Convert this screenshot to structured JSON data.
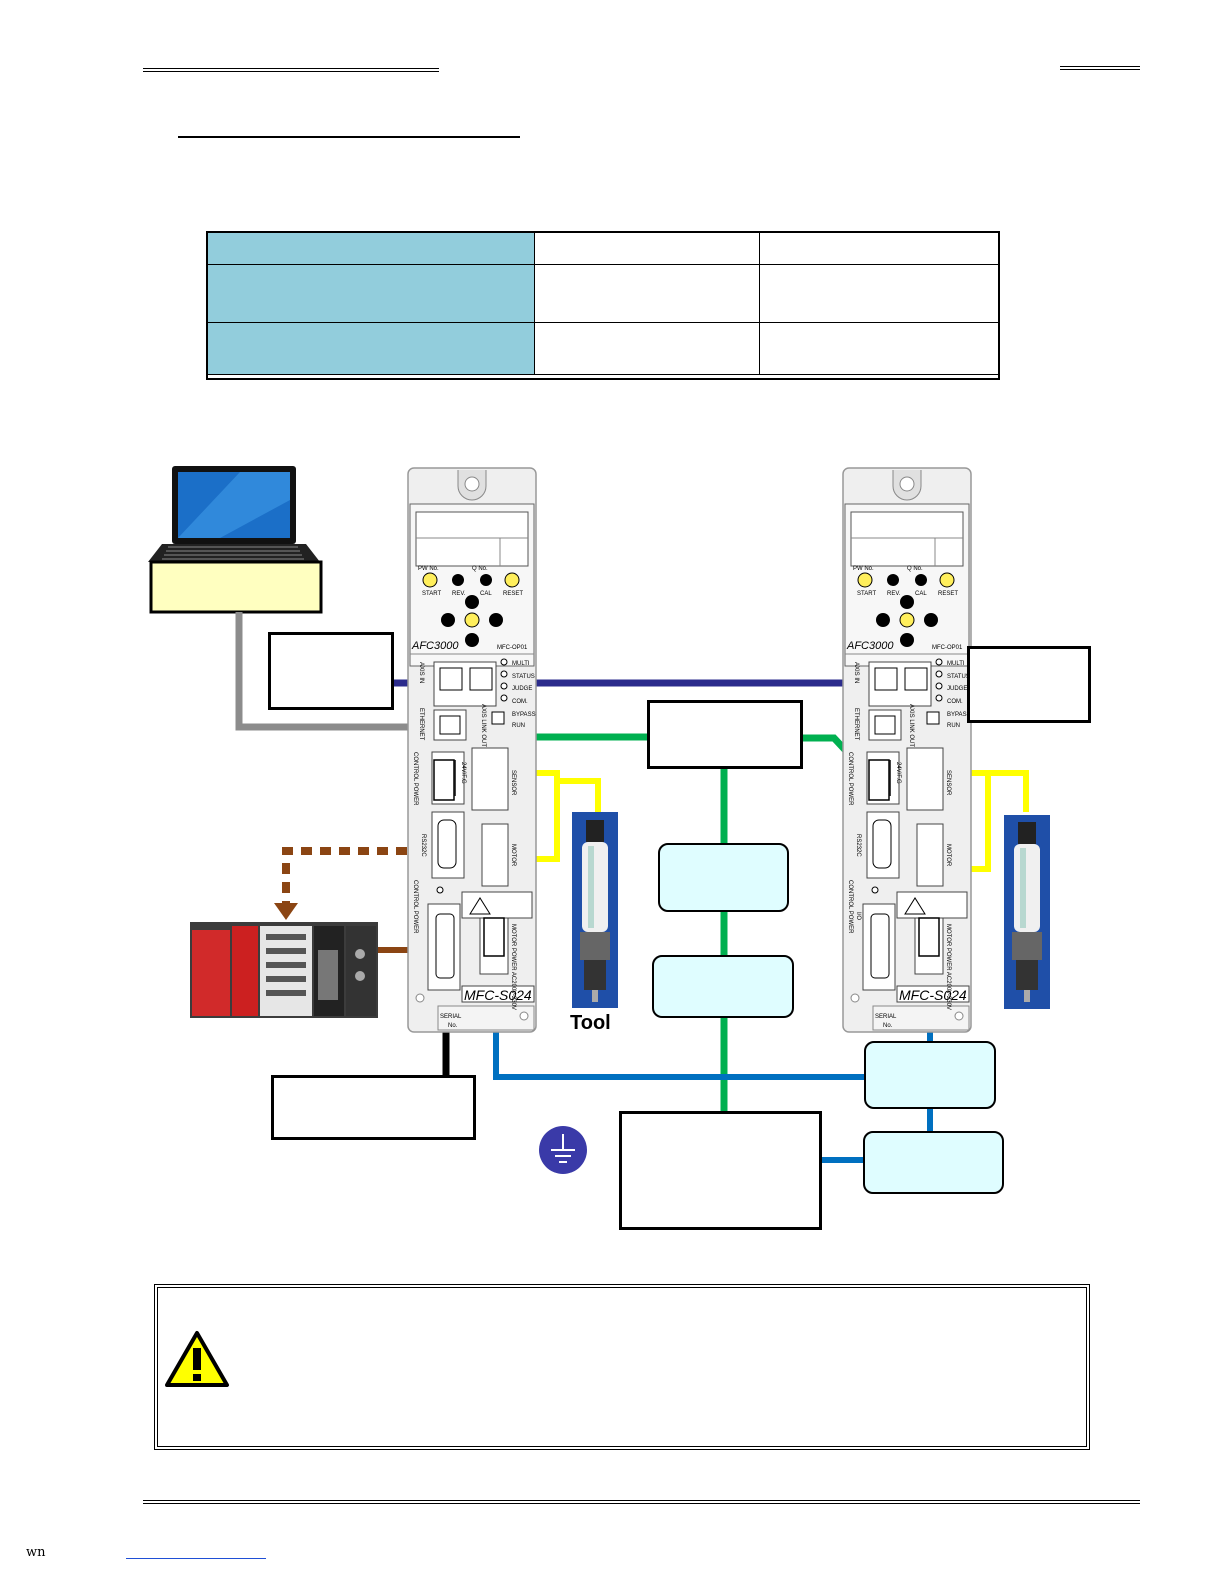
{
  "labels": {
    "tool": "Tool",
    "footer_fragment": "wn"
  },
  "controller": {
    "model": "AFC3000",
    "option_board": "MFC-OP01",
    "servo": "MFC-S024",
    "buttons": [
      "START",
      "REV.",
      "CAL",
      "RESET"
    ],
    "display_labels": [
      "PW No.",
      "Q No."
    ],
    "port_labels": [
      "AXIS IN",
      "ETHERNET",
      "AXIS LINK OUT"
    ],
    "leds": [
      "MULTI",
      "STATUS",
      "JUDGE",
      "COM.",
      "BYPASS",
      "RUN"
    ],
    "left_text": [
      "CONTROL POWER",
      "RS232C",
      "CONTROL POWER",
      "I/O"
    ],
    "connector_labels": [
      "24V/F.G",
      "SENSOR",
      "MOTOR",
      "MOTOR POWER AC200V-230V"
    ],
    "serial": [
      "SERIAL",
      "No."
    ]
  },
  "colors": {
    "axis_link": "#2b2b8c",
    "ground": "#00b050",
    "sensor": "#ffff00",
    "power": "#0070c0",
    "io": "#8b4513",
    "ethernet": "#8c8c8c",
    "header_fill": "#92cddc",
    "box_fill": "#dffdff"
  }
}
